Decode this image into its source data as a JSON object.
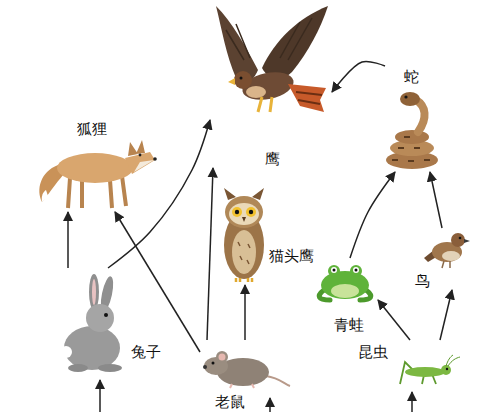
{
  "diagram": {
    "nodes": [
      {
        "text": [
          "鹰"
        ]
      },
      {
        "text": [
          "蛇"
        ]
      },
      {
        "text": [
          "狐狸"
        ]
      },
      {
        "text": [
          "猫头鹰"
        ]
      },
      {
        "text": [
          "青蛙"
        ]
      },
      {
        "text": [
          "鸟"
        ]
      },
      {
        "text": [
          "兔子"
        ]
      },
      {
        "text": [
          "老鼠"
        ]
      },
      {
        "text": [
          "昆虫"
        ]
      }
    ],
    "edges": [
      {
        "from": 6,
        "to": 2,
        "arrow": "to"
      },
      {
        "from": 6,
        "to": 0,
        "arrow": "to"
      },
      {
        "from": 7,
        "to": 2,
        "arrow": "to"
      },
      {
        "from": 7,
        "to": 0,
        "arrow": "to"
      },
      {
        "from": 7,
        "to": 3,
        "arrow": "to"
      },
      {
        "from": 4,
        "to": 1,
        "arrow": "to"
      },
      {
        "from": 5,
        "to": 1,
        "arrow": "to"
      },
      {
        "from": 8,
        "to": 4,
        "arrow": "to"
      },
      {
        "from": 8,
        "to": 5,
        "arrow": "to"
      },
      {
        "from": 1,
        "to": 0,
        "arrow": "to"
      }
    ]
  }
}
